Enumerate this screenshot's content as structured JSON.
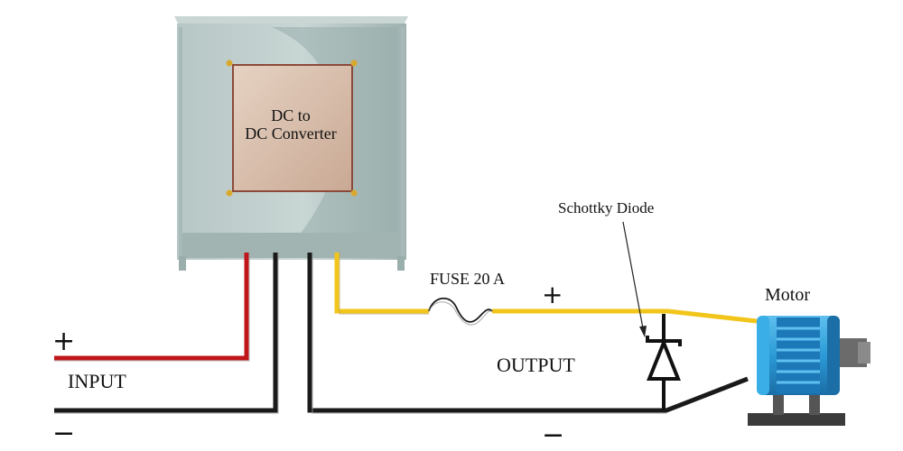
{
  "converter": {
    "line1": "DC to",
    "line2": "DC Converter"
  },
  "labels": {
    "input": "INPUT",
    "output": "OUTPUT",
    "fuse": "FUSE 20 A",
    "diode": "Schottky Diode",
    "motor": "Motor"
  },
  "signs": {
    "input_plus": "+",
    "input_minus": "−",
    "output_plus": "+",
    "output_minus": "−"
  },
  "colors": {
    "positive_wire": "#c0161a",
    "negative_wire": "#1a1a1a",
    "output_positive_wire": "#f2c51b",
    "box_body": "#aebfbd",
    "converter_panel": "#d6b7a0",
    "panel_border": "#8b4a3a",
    "motor_body": "#2b9ad6"
  }
}
